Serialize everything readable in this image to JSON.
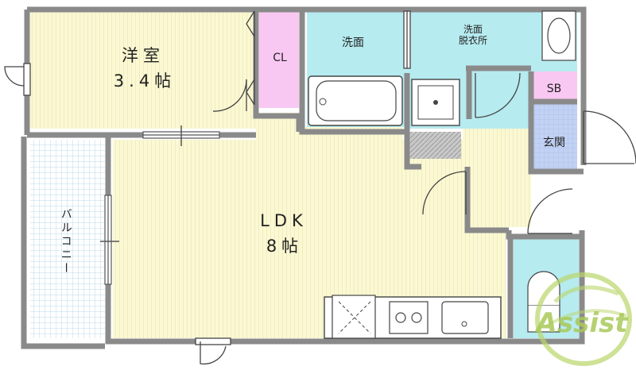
{
  "rooms": {
    "western": {
      "name": "洋室",
      "size": "3.4帖"
    },
    "closet": "CL",
    "washroom": "洗面",
    "dressing": "洗面\n脱衣所",
    "shoebox": "SB",
    "entrance": "玄関",
    "ldk": {
      "name": "LDK",
      "size": "8帖"
    },
    "balcony": "バルコニー"
  },
  "logo": {
    "text": "Assist"
  },
  "colors": {
    "wall": "#8a8a8a",
    "tatami_floor": "#fbf8d4",
    "floor_lines": "#e6e2a8",
    "closet": "#f9c8f2",
    "wet_area": "#b6ebf0",
    "entrance_tile": "#c2d2f4",
    "balcony_grid": "#bcd9e8",
    "logo": "#b9d66a"
  }
}
